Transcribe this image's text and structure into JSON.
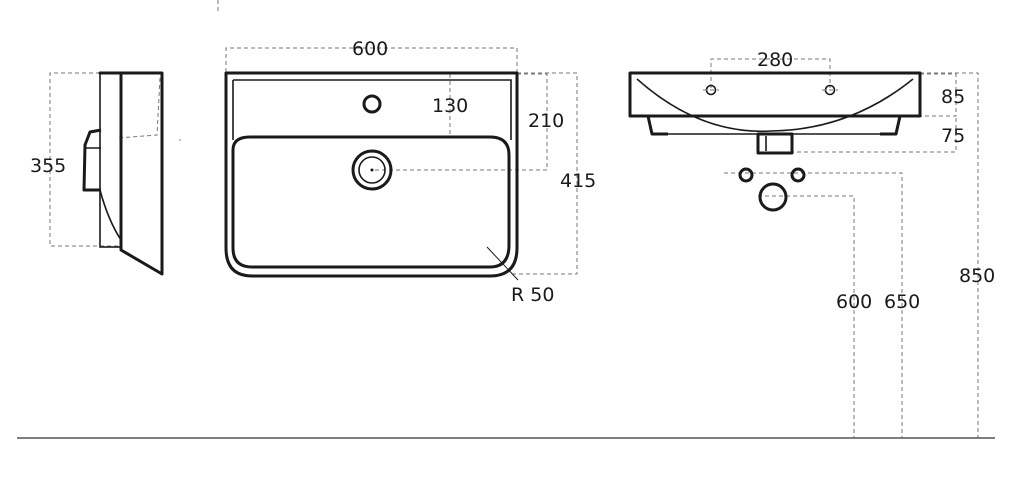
{
  "side_view": {
    "height_label": "355"
  },
  "top_view": {
    "width_label": "600",
    "tap_hole_label": "130",
    "drain_label": "210",
    "depth_label": "415",
    "radius_label": "R 50"
  },
  "front_view": {
    "tap_spacing_label": "280",
    "rim_label": "85",
    "drain_offset_label": "75",
    "waste_height_label": "600",
    "supply_height_label": "650",
    "install_height_label": "850"
  },
  "colors": {
    "line": "#1a1a1a",
    "dimension": "#777777"
  }
}
